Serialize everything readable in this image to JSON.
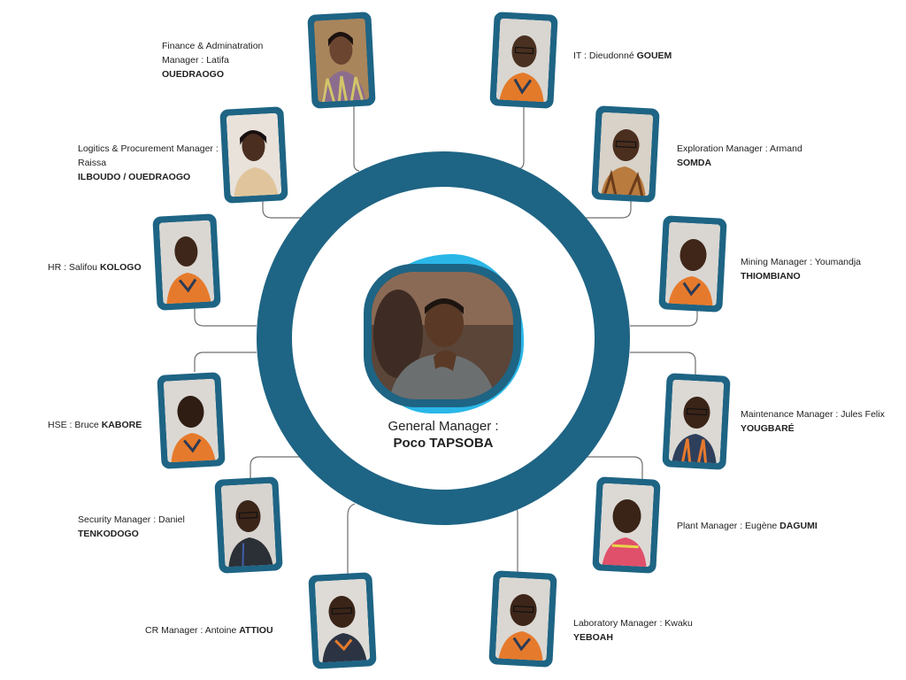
{
  "general_manager": {
    "role": "General Manager :",
    "name": "Poco TAPSOBA"
  },
  "colors": {
    "ring": "#1e6484",
    "accent_blob": "#2ab7e8",
    "connector": "#6f6f6f"
  },
  "managers": [
    {
      "id": "finance",
      "prefix": "Finance & Adminatration Manager : Latifa",
      "surname": "OUEDRAOGO"
    },
    {
      "id": "it",
      "prefix": "IT : Dieudonné",
      "surname": "GOUEM"
    },
    {
      "id": "logistics",
      "prefix": "Logitics & Procurement Manager : Raissa",
      "surname": "ILBOUDO / OUEDRAOGO"
    },
    {
      "id": "exploration",
      "prefix": "Exploration Manager : Armand",
      "surname": "SOMDA"
    },
    {
      "id": "hr",
      "prefix": "HR : Salifou",
      "surname": "KOLOGO"
    },
    {
      "id": "mining",
      "prefix": "Mining Manager : Youmandja",
      "surname": "THIOMBIANO"
    },
    {
      "id": "hse",
      "prefix": "HSE : Bruce",
      "surname": "KABORE"
    },
    {
      "id": "maintenance",
      "prefix": "Maintenance Manager : Jules Felix",
      "surname": "YOUGBARÉ"
    },
    {
      "id": "security",
      "prefix": "Security Manager : Daniel",
      "surname": "TENKODOGO"
    },
    {
      "id": "plant",
      "prefix": "Plant Manager : Eugène",
      "surname": "DAGUMI"
    },
    {
      "id": "cr",
      "prefix": "CR Manager : Antoine",
      "surname": "ATTIOU"
    },
    {
      "id": "laboratory",
      "prefix": "Laboratory Manager : Kwaku",
      "surname": "YEBOAH"
    }
  ]
}
